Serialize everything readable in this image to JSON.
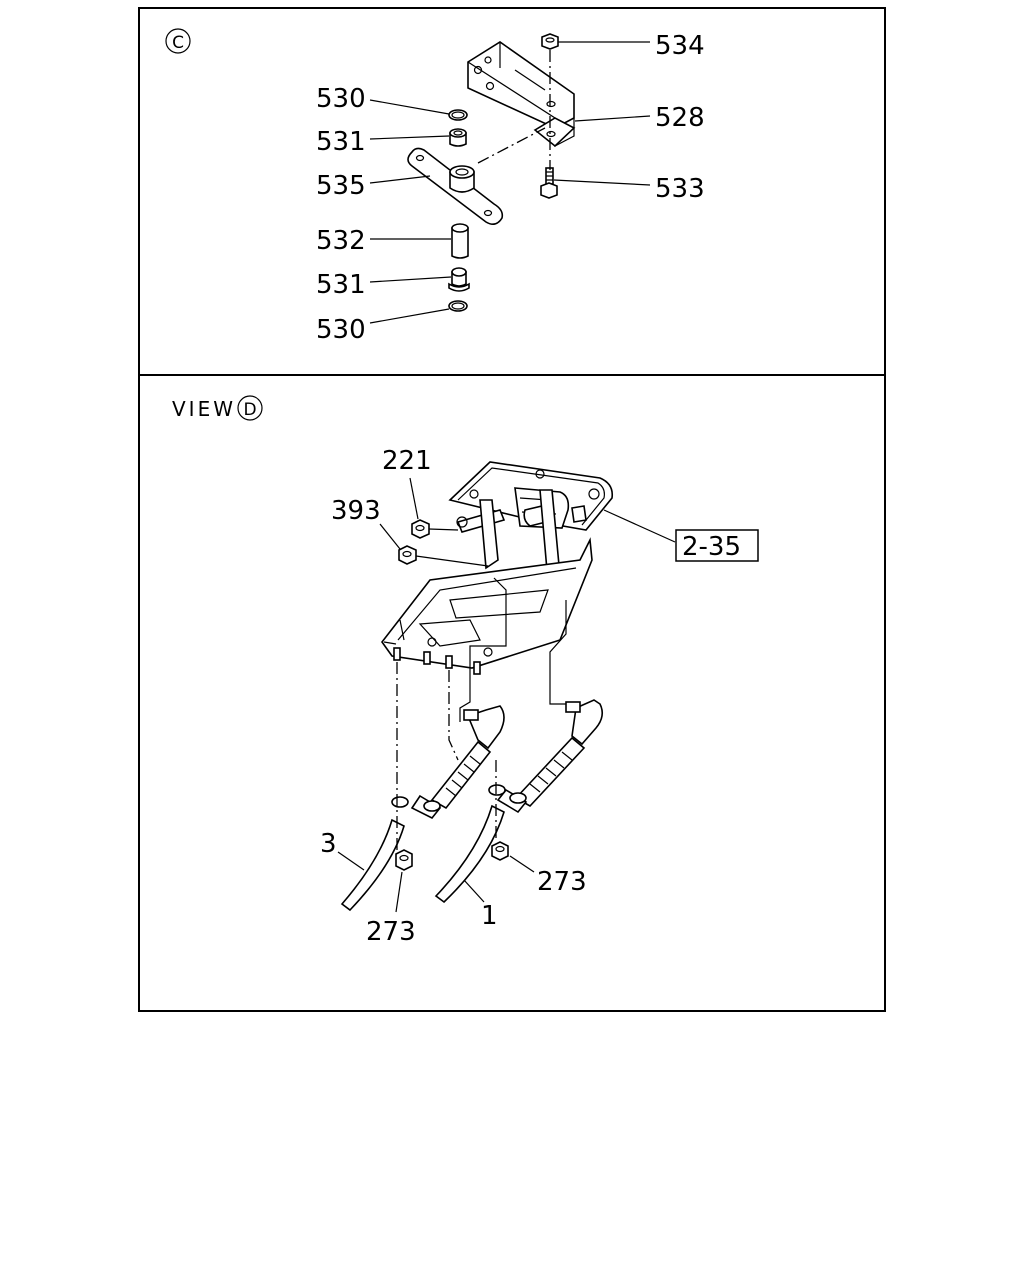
{
  "panel_c": {
    "marker": "C",
    "labels": {
      "p534": "534",
      "p528": "528",
      "p533": "533",
      "p530_top": "530",
      "p531_top": "531",
      "p535": "535",
      "p532": "532",
      "p531_bottom": "531",
      "p530_bottom": "530"
    }
  },
  "panel_d": {
    "view_text": "VIEW",
    "marker": "D",
    "labels": {
      "p221": "221",
      "p393": "393",
      "ref": "2-35",
      "p3": "3",
      "p1": "1",
      "p273_left": "273",
      "p273_right": "273"
    }
  }
}
